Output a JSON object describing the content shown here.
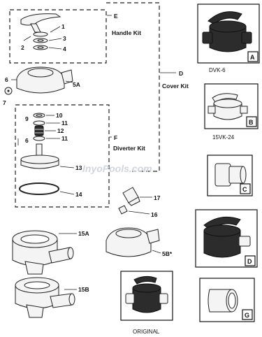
{
  "kits": {
    "handle": {
      "letter": "E",
      "name": "Handle Kit"
    },
    "cover": {
      "letter": "D",
      "name": "Cover Kit"
    },
    "diverter": {
      "letter": "F",
      "name": "Diverter Kit"
    }
  },
  "callouts": {
    "p1": "1",
    "p2": "2",
    "p3": "3",
    "p4": "4",
    "p5a": "5A",
    "p6a": "6",
    "p7": "7",
    "p9": "9",
    "p10": "10",
    "p11a": "11",
    "p12": "12",
    "p6b": "6",
    "p11b": "11",
    "p13": "13",
    "p14": "14",
    "p17": "17",
    "p16": "16",
    "p15a": "15A",
    "p15b": "15B",
    "p5b": "5B*"
  },
  "products": [
    {
      "box": "A",
      "caption": "DVK-6"
    },
    {
      "box": "B",
      "caption": "15VK-24"
    },
    {
      "box": "C",
      "caption": ""
    },
    {
      "box": "D",
      "caption": ""
    },
    {
      "box": "G",
      "caption": ""
    }
  ],
  "original": {
    "caption": "ORIGINAL"
  },
  "watermark": "InyoPools.com"
}
